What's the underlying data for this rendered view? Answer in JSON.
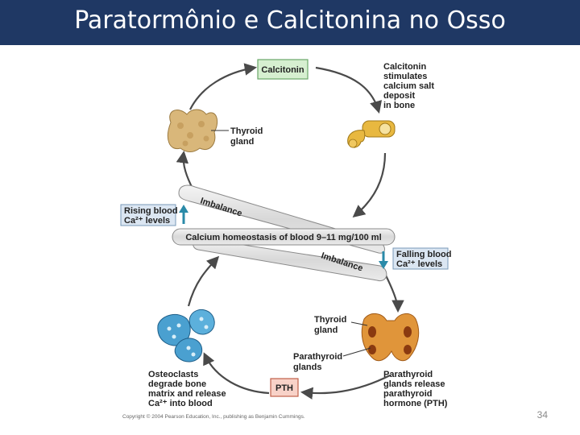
{
  "slide": {
    "title": "Paratormônio e Calcitonina no Osso",
    "page_number": "34",
    "copyright": "Copyright © 2004 Pearson Education, Inc., publishing as Benjamin Cummings."
  },
  "diagram": {
    "calcitonin_box": "Calcitonin",
    "calcitonin_action": [
      "Calcitonin",
      "stimulates",
      "calcium salt",
      "deposit",
      "in bone"
    ],
    "thyroid_top": [
      "Thyroid",
      "gland"
    ],
    "rising": [
      "Rising blood",
      "Ca²⁺ levels"
    ],
    "falling": [
      "Falling blood",
      "Ca²⁺ levels"
    ],
    "imbalance_upper": "Imbalance",
    "imbalance_lower": "Imbalance",
    "homeostasis": "Calcium homeostasis of blood 9–11 mg/100 ml",
    "thyroid_bottom": [
      "Thyroid",
      "gland"
    ],
    "parathyroid_glands": [
      "Parathyroid",
      "glands"
    ],
    "pth_box": "PTH",
    "osteoclasts": [
      "Osteoclasts",
      "degrade bone",
      "matrix and release",
      "Ca²⁺ into blood"
    ],
    "pth_release": [
      "Parathyroid",
      "glands release",
      "parathyroid",
      "hormone (PTH)"
    ]
  },
  "colors": {
    "title_bar": "#1f3864",
    "cycle_arrow": "#4a4a4a",
    "label_box": "#dbe6f2",
    "calcitonin_box": "#d6efd0",
    "pth_box": "#f8d2c8",
    "arrow_teal": "#2a8aa8",
    "thyroid": "#d9b77a",
    "bone": "#e8b840",
    "osteoclast": "#4aa0d0"
  }
}
